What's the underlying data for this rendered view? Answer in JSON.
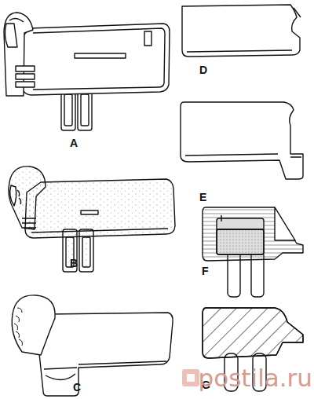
{
  "diagram": {
    "labels": [
      "A",
      "B",
      "C",
      "D",
      "E",
      "F",
      "G",
      "postila.ru"
    ]
  }
}
